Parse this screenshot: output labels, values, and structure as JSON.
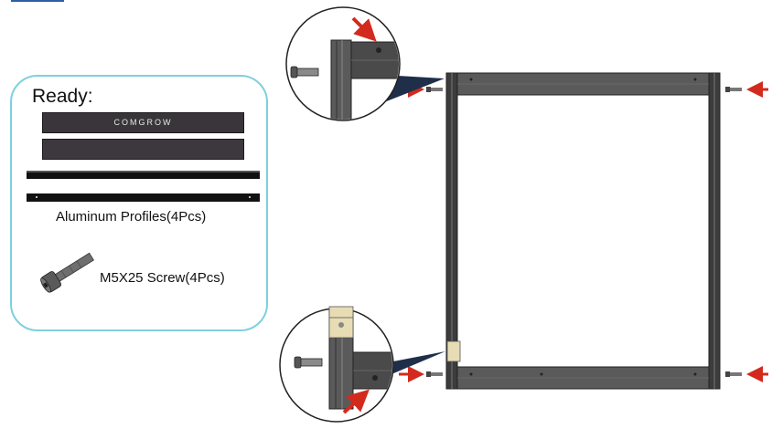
{
  "ready_panel": {
    "title": "Ready:",
    "brand": "COMGROW",
    "profiles_label": "Aluminum Profiles(4Pcs)",
    "screw_label": "M5X25 Screw(4Pcs)"
  },
  "colors": {
    "panel_border": "#7ed0de",
    "arrow": "#d32a1e",
    "profile": "#39353a",
    "frame": "#4a4a4a"
  },
  "icons": [
    "red-arrow-icon",
    "screw-icon",
    "magnifier-callout-icon"
  ]
}
